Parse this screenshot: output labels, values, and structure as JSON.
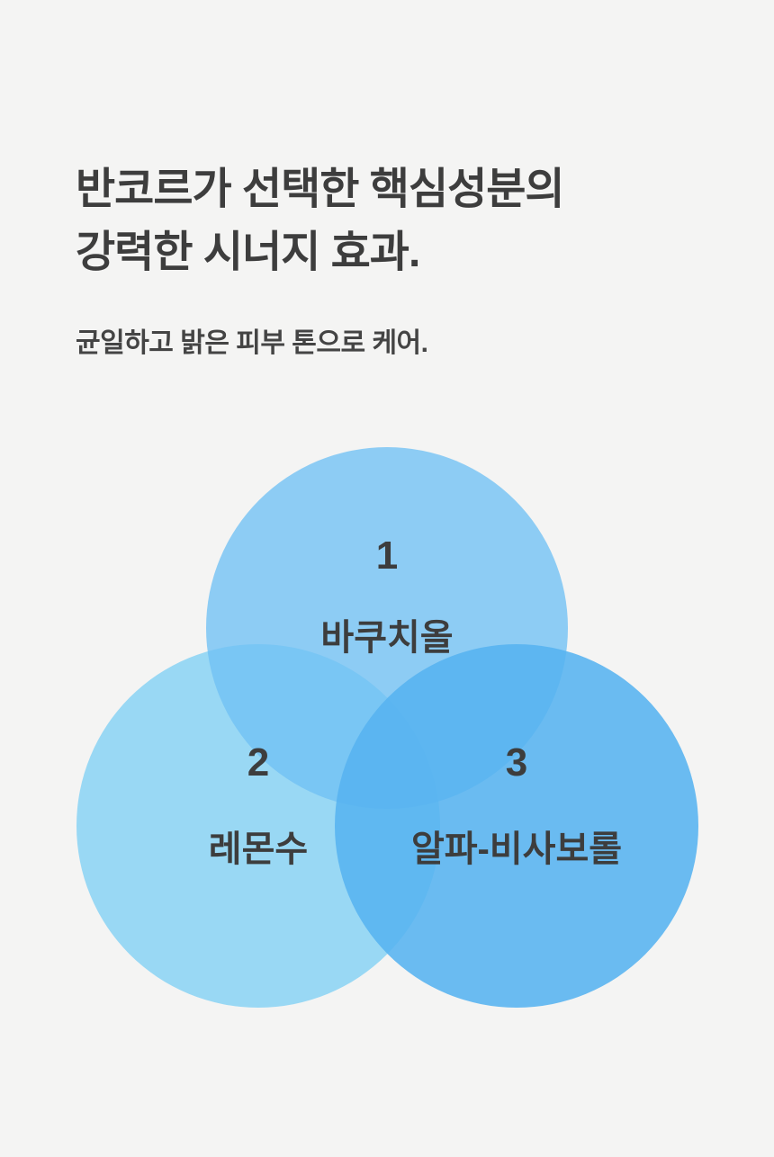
{
  "header": {
    "title_lines": [
      "반코르가 선택한 핵심성분의",
      "강력한 시너지 효과."
    ],
    "subtitle": "균일하고 밝은 피부 톤으로 케어."
  },
  "venn": {
    "sets": [
      {
        "number": "1",
        "label": "바쿠치올",
        "color": "#87C8F2"
      },
      {
        "number": "2",
        "label": "레몬수",
        "color": "#99D8F4"
      },
      {
        "number": "3",
        "label": "알파-비사보롤",
        "color": "#66BAF0"
      }
    ]
  }
}
